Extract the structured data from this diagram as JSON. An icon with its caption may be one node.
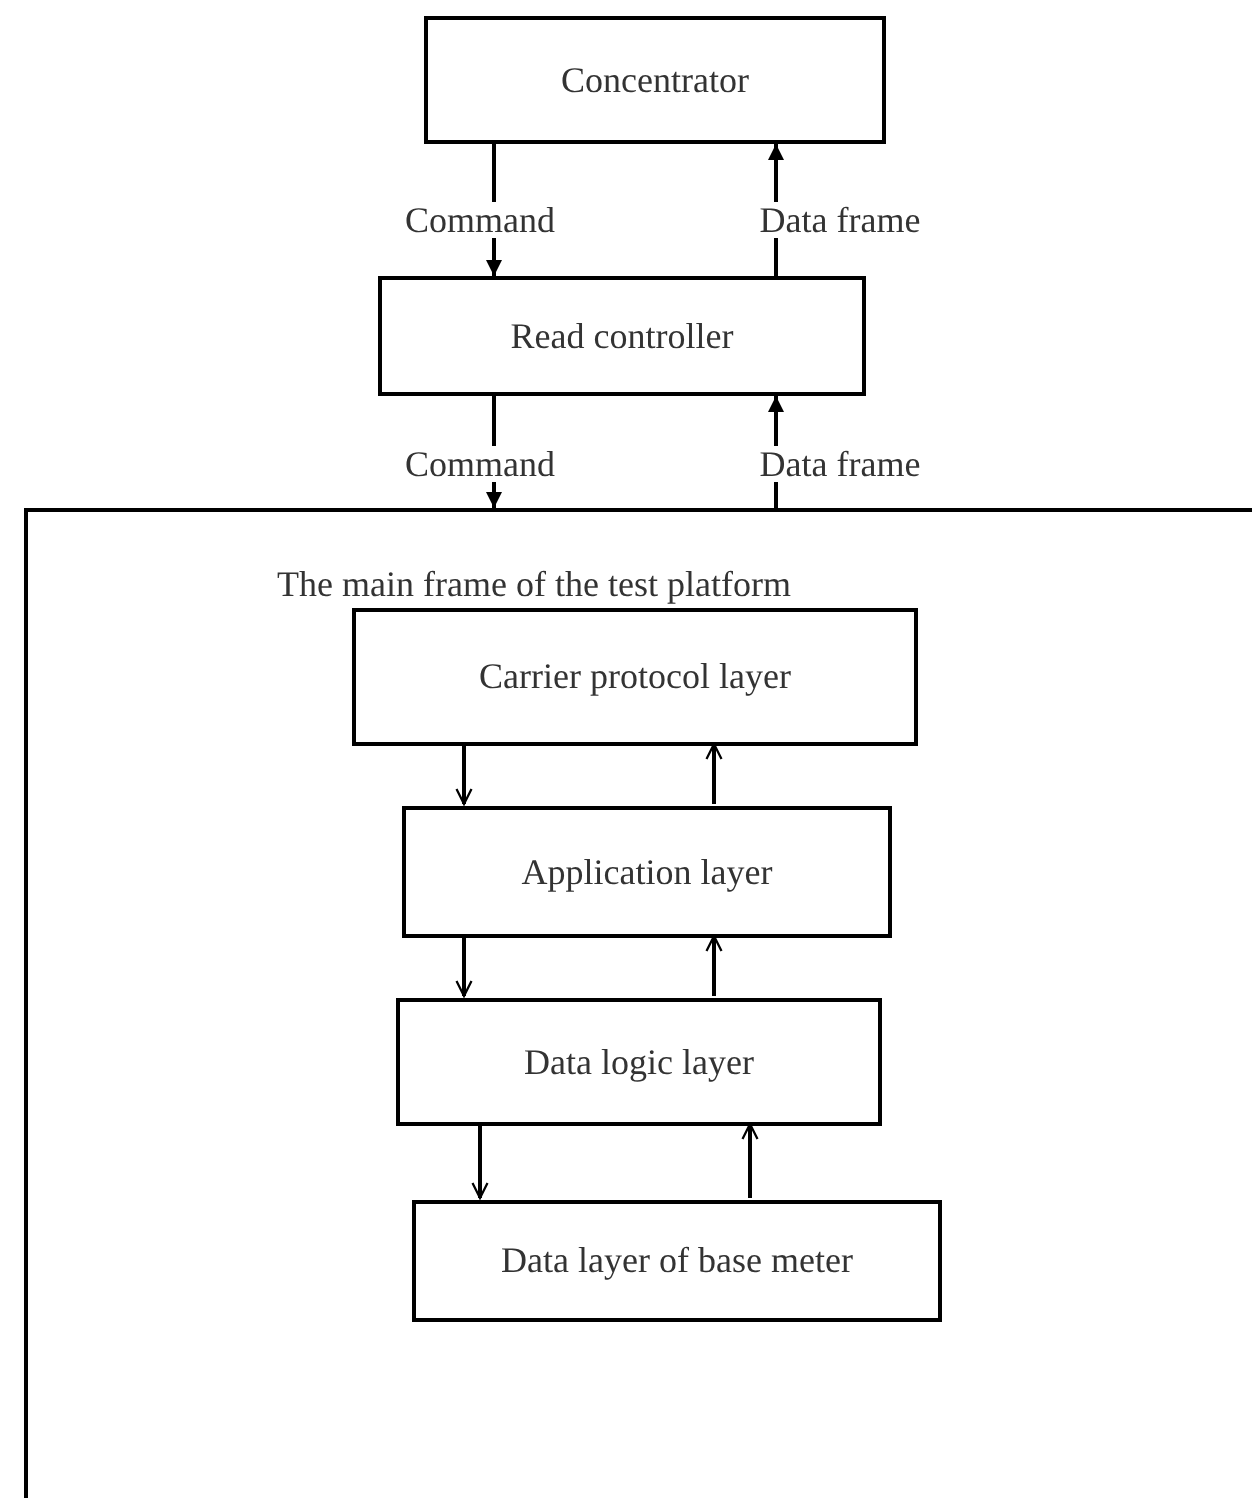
{
  "diagram": {
    "nodes": [
      {
        "text": [
          "Concentrator"
        ]
      },
      {
        "text": [
          "Read controller"
        ]
      },
      {
        "text": [
          "The main frame of the test platform"
        ]
      },
      {
        "text": [
          "Carrier protocol layer"
        ],
        "in": 2
      },
      {
        "text": [
          "Application layer"
        ],
        "in": 2
      },
      {
        "text": [
          "Data logic layer"
        ],
        "in": 2
      },
      {
        "text": [
          "Data layer of base meter"
        ],
        "in": 2
      }
    ],
    "edges": [
      {
        "from": 0,
        "to": 1,
        "arrow": "to",
        "label": "Command"
      },
      {
        "from": 1,
        "to": 0,
        "arrow": "to",
        "label": "Data frame"
      },
      {
        "from": 1,
        "to": 2,
        "arrow": "to",
        "label": "Command"
      },
      {
        "from": 2,
        "to": 1,
        "arrow": "to",
        "label": "Data frame"
      },
      {
        "from": 3,
        "to": 4,
        "arrow": "to"
      },
      {
        "from": 4,
        "to": 3,
        "arrow": "to"
      },
      {
        "from": 4,
        "to": 5,
        "arrow": "to"
      },
      {
        "from": 5,
        "to": 4,
        "arrow": "to"
      },
      {
        "from": 5,
        "to": 6,
        "arrow": "to"
      },
      {
        "from": 6,
        "to": 5,
        "arrow": "to"
      }
    ]
  }
}
